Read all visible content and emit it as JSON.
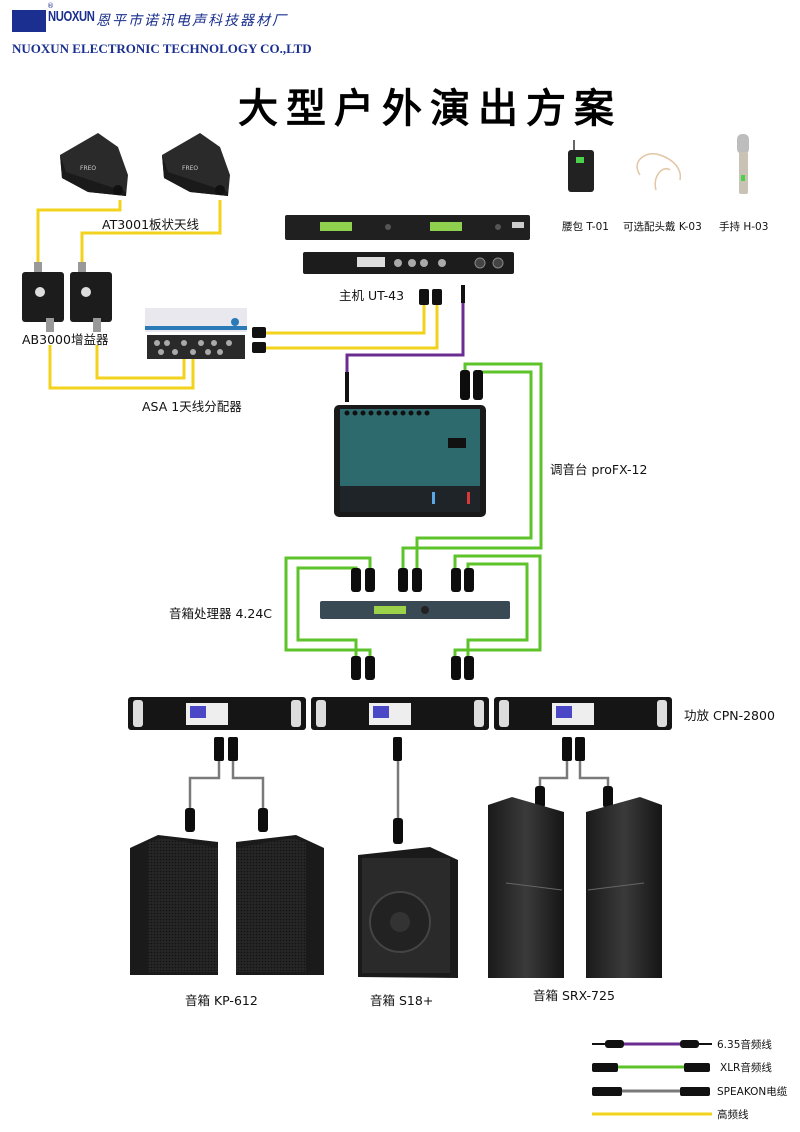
{
  "header": {
    "brand": "NUOXUN",
    "company_cn": "恩平市诺讯电声科技器材厂",
    "company_en": "NUOXUN ELECTRONIC TECHNOLOGY CO.,LTD",
    "title": "大型户外演出方案"
  },
  "colors": {
    "brand_blue": "#1a2f8f",
    "rf_cable": "#f2d21c",
    "audio_635_cable": "#6b2c91",
    "xlr_cable": "#5cc32a",
    "speakon_cable": "#7a7a7a"
  },
  "devices": {
    "antenna": "AT3001板状天线",
    "booster": "AB3000增益器",
    "splitter": "ASA 1天线分配器",
    "receiver": "主机 UT-43",
    "mixer": "调音台 proFX-12",
    "processor": "音箱处理器 4.24C",
    "amplifier": "功放 CPN-2800",
    "speaker_kp": "音箱 KP-612",
    "speaker_sub": "音箱 S18+",
    "speaker_srx": "音箱 SRX-725"
  },
  "microphones": [
    {
      "label": "腰包 T-01"
    },
    {
      "label": "可选配头戴 K-03"
    },
    {
      "label": "手持 H-03"
    }
  ],
  "legend": [
    {
      "label": "6.35音频线",
      "type": "audio_635"
    },
    {
      "label": "XLR音频线",
      "type": "xlr"
    },
    {
      "label": "SPEAKON电缆",
      "type": "speakon"
    },
    {
      "label": "高频线",
      "type": "rf"
    }
  ]
}
